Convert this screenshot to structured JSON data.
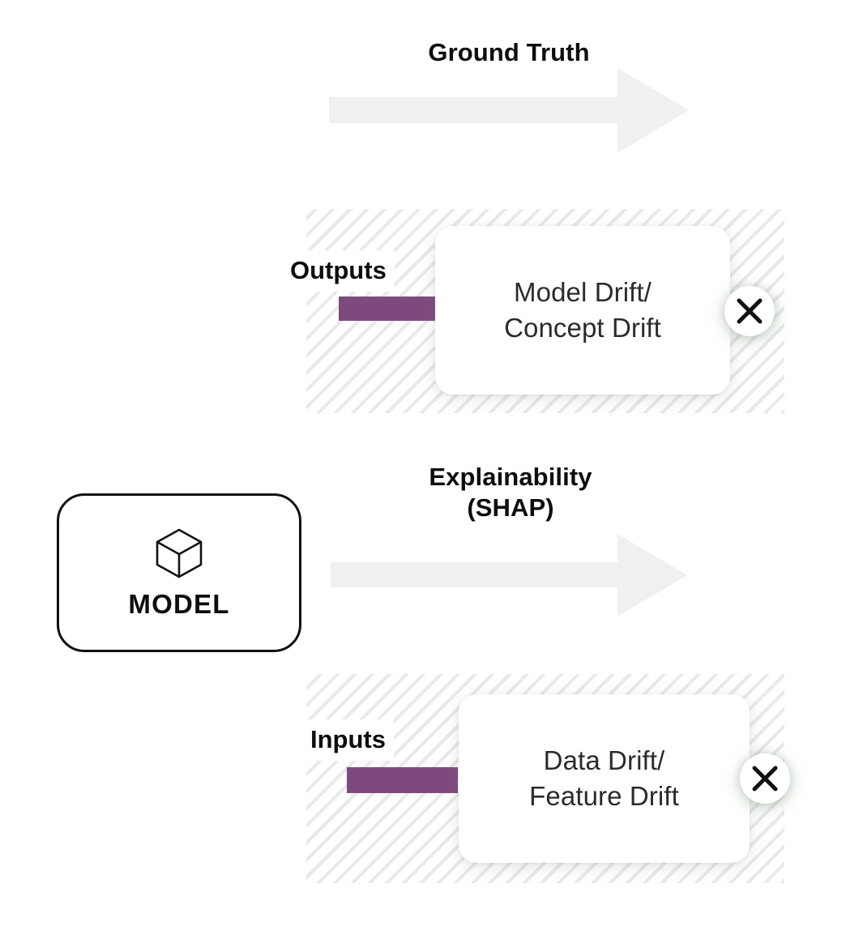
{
  "diagram": {
    "title_semantics": "model-monitoring-drift-diagram",
    "accent_purple": "#7E4A7D",
    "arrow_grey": "#F0F0F0",
    "hatch_grey": "#E9E9E9",
    "text_black": "#0D0D0D"
  },
  "model": {
    "label": "MODEL",
    "icon": "cube-icon"
  },
  "flows": [
    {
      "id": "ground-truth",
      "label": "Ground Truth",
      "arrow_direction": "right"
    },
    {
      "id": "explainability",
      "label": "Explainability\n(SHAP)",
      "arrow_direction": "right"
    }
  ],
  "panels": [
    {
      "id": "outputs",
      "label": "Outputs",
      "bar_color": "#7E4A7D",
      "card": {
        "text": "Model Drift/\nConcept Drift",
        "badge": "x-icon"
      }
    },
    {
      "id": "inputs",
      "label": "Inputs",
      "bar_color": "#7E4A7D",
      "card": {
        "text": "Data Drift/\nFeature Drift",
        "badge": "x-icon"
      }
    }
  ]
}
